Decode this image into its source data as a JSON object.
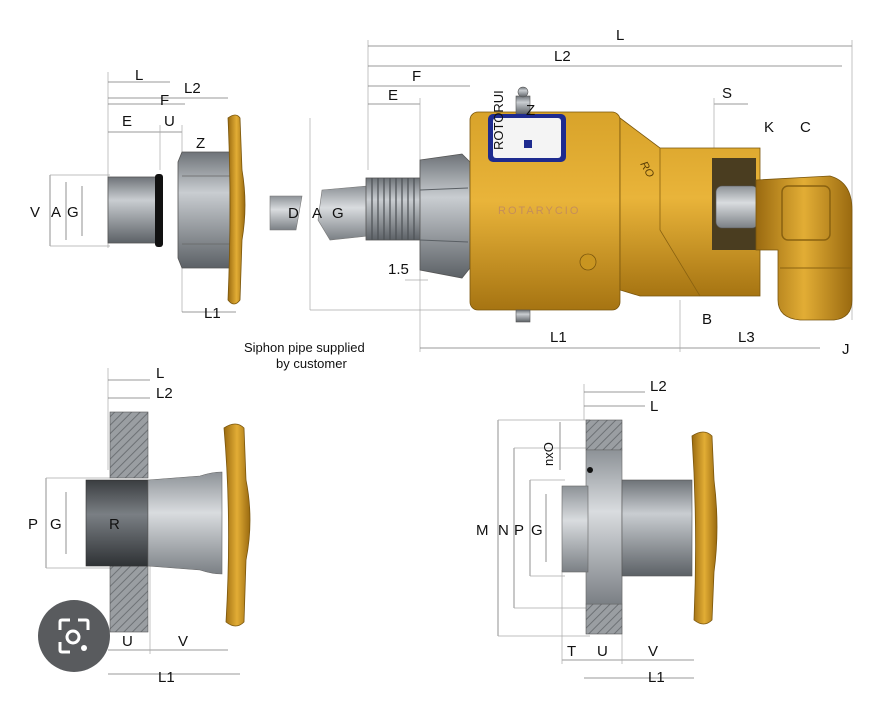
{
  "labels": {
    "L": "L",
    "L1": "L1",
    "L2": "L2",
    "L3": "L3",
    "F": "F",
    "E": "E",
    "U": "U",
    "Z": "Z",
    "V": "V",
    "A": "A",
    "G": "G",
    "D": "D",
    "S": "S",
    "K": "K",
    "C": "C",
    "B": "B",
    "J": "J",
    "P": "P",
    "R": "R",
    "T": "T",
    "M": "M",
    "N": "N",
    "nxO": "nxO",
    "gap": "1.5"
  },
  "caption_line1": "Siphon pipe supplied",
  "caption_line2": "by customer",
  "badge_text": "ROTORUI",
  "body_text": "ROTARYCIO",
  "side_text": "RO"
}
